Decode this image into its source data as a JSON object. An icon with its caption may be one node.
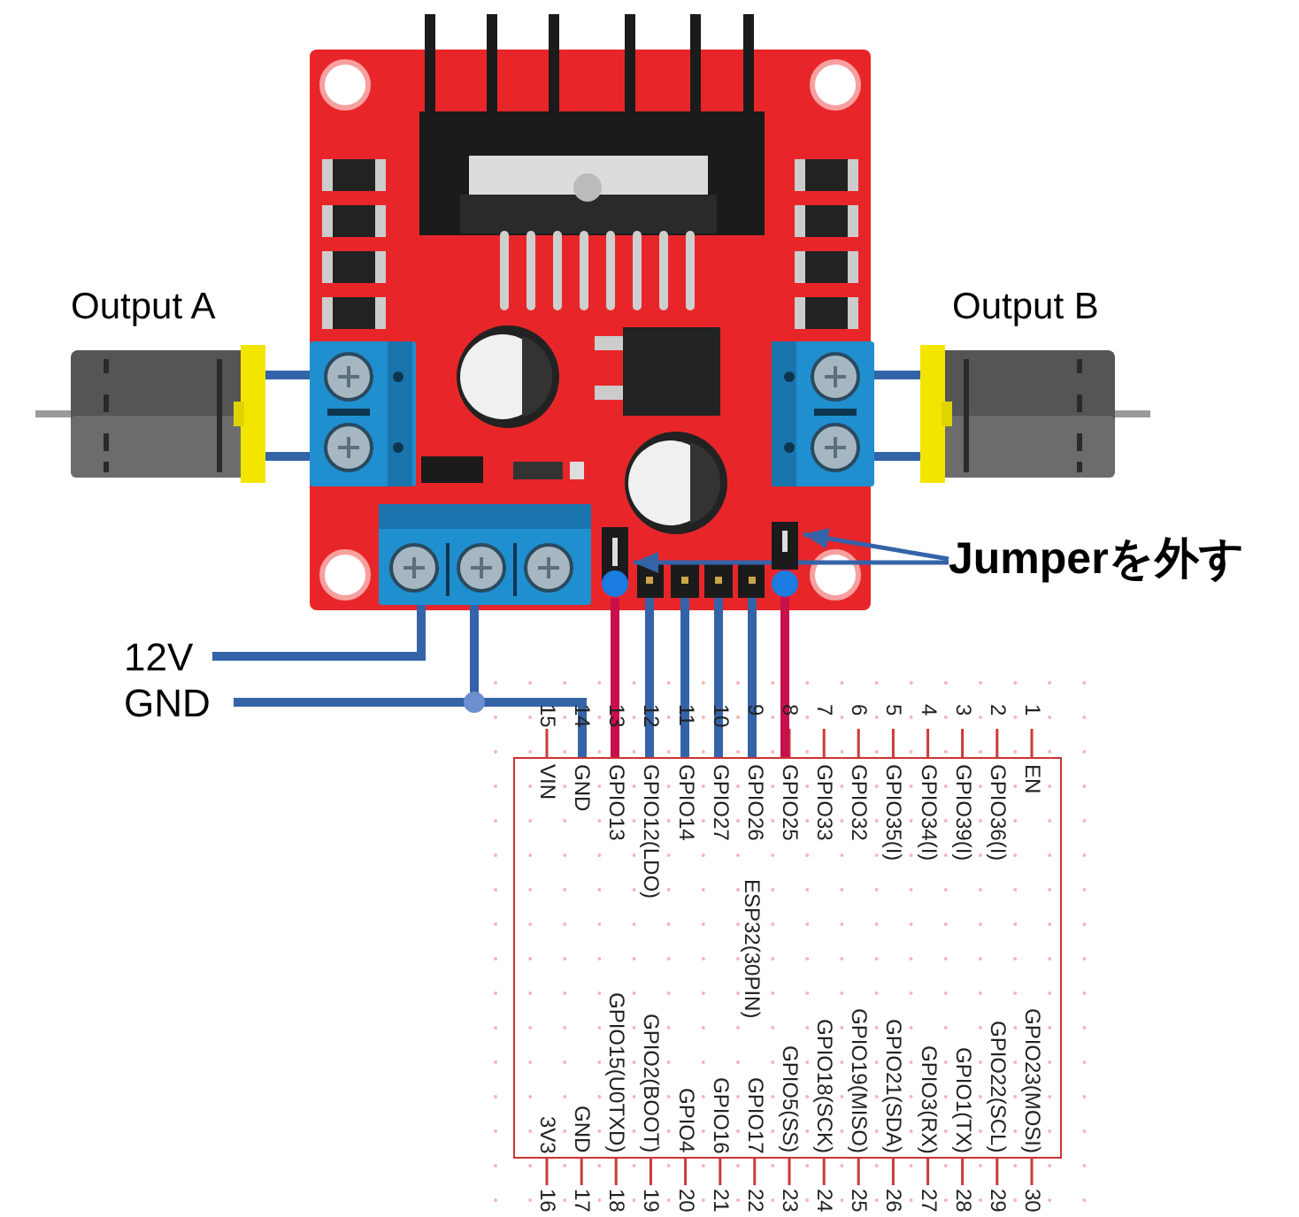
{
  "diagram": {
    "nodes": [
      {
        "text": [],
        "shape": "picture"
      },
      {
        "text": [],
        "shape": "picture",
        "in": 0
      },
      {
        "text": [],
        "shape": "picture",
        "in": 0
      },
      {
        "text": [],
        "shape": "picture",
        "in": 0
      },
      {
        "text": [],
        "shape": "picture",
        "in": 0
      },
      {
        "text": [],
        "shape": "picture",
        "in": 0
      },
      {
        "text": [],
        "shape": "picture",
        "in": 0
      },
      {
        "text": [],
        "shape": "picture",
        "beside": [
          "Output A"
        ]
      },
      {
        "text": [],
        "shape": "picture",
        "beside": [
          "Output B"
        ]
      },
      {
        "text": [
          "Jumperを外す"
        ]
      },
      {
        "text": [
          "12V"
        ]
      },
      {
        "text": [
          "GND"
        ]
      },
      {
        "text": [
          "ESP32(30PIN)"
        ]
      }
    ],
    "edges": [
      {
        "from": 7,
        "to": 1,
        "arrow": "none"
      },
      {
        "from": 7,
        "to": 1,
        "arrow": "none"
      },
      {
        "from": 8,
        "to": 2,
        "arrow": "none"
      },
      {
        "from": 8,
        "to": 2,
        "arrow": "none"
      },
      {
        "from": 9,
        "to": 4,
        "arrow": "to"
      },
      {
        "from": 9,
        "to": 5,
        "arrow": "to"
      },
      {
        "from": 10,
        "to": 3,
        "arrow": "none"
      },
      {
        "from": 11,
        "to": 3,
        "arrow": "none"
      },
      {
        "from": 11,
        "to": 12,
        "arrow": "none"
      },
      {
        "from": 4,
        "to": 12,
        "arrow": "none",
        "color": "#c8104a"
      },
      {
        "from": 6,
        "to": 12,
        "arrow": "none"
      },
      {
        "from": 6,
        "to": 12,
        "arrow": "none"
      },
      {
        "from": 6,
        "to": 12,
        "arrow": "none"
      },
      {
        "from": 6,
        "to": 12,
        "arrow": "none"
      },
      {
        "from": 5,
        "to": 12,
        "arrow": "none",
        "color": "#c8104a"
      }
    ],
    "labels": [
      "15",
      "14",
      "13",
      "12",
      "11",
      "10",
      "9",
      "8",
      "7",
      "6",
      "5",
      "4",
      "3",
      "2",
      "1",
      "VIN",
      "GND",
      "GPIO13",
      "GPIO12(LDO)",
      "GPIO14",
      "GPIO27",
      "GPIO26",
      "GPIO25",
      "GPIO33",
      "GPIO32",
      "GPIO35(I)",
      "GPIO34(I)",
      "GPIO39(I)",
      "GPIO36(I)",
      "EN",
      "3V3",
      "GND",
      "GPIO15(U0TXD)",
      "GPIO2(BOOT)",
      "GPIO4",
      "GPIO16",
      "GPIO17",
      "GPIO5(SS)",
      "GPIO18(SCK)",
      "GPIO19(MISO)",
      "GPIO21(SDA)",
      "GPIO3(RX)",
      "GPIO1(TX)",
      "GPIO22(SCL)",
      "GPIO23(MOSI)",
      "16",
      "17",
      "18",
      "19",
      "20",
      "21",
      "22",
      "23",
      "24",
      "25",
      "26",
      "27",
      "28",
      "29",
      "30"
    ]
  }
}
